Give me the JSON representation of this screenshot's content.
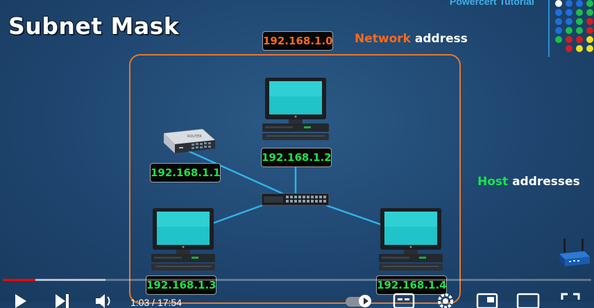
{
  "title": "Subnet Mask",
  "network_ip": "192.168.1.0",
  "network_label": {
    "highlight": "Network",
    "rest": " address"
  },
  "host_label": {
    "highlight": "Host",
    "rest": " addresses"
  },
  "router_ip": "192.168.1.1",
  "hosts": {
    "top": "192.168.1.2",
    "bottom_left": "192.168.1.3",
    "bottom_right": "192.168.1.4"
  },
  "router_brand": "ROUTER",
  "corner_text": "Powercert Tutorial",
  "player": {
    "time": "1:03 / 17:54",
    "progress": 0.055
  },
  "colors": {
    "accent_orange": "#ff6a1a",
    "accent_green": "#19e34a",
    "frame": "#e8782a",
    "link": "#2fb4e6"
  },
  "icons": [
    "play-icon",
    "next-icon",
    "volume-icon",
    "autoplay-toggle",
    "subtitles-icon",
    "settings-icon",
    "miniplayer-icon",
    "theater-icon",
    "fullscreen-icon"
  ]
}
